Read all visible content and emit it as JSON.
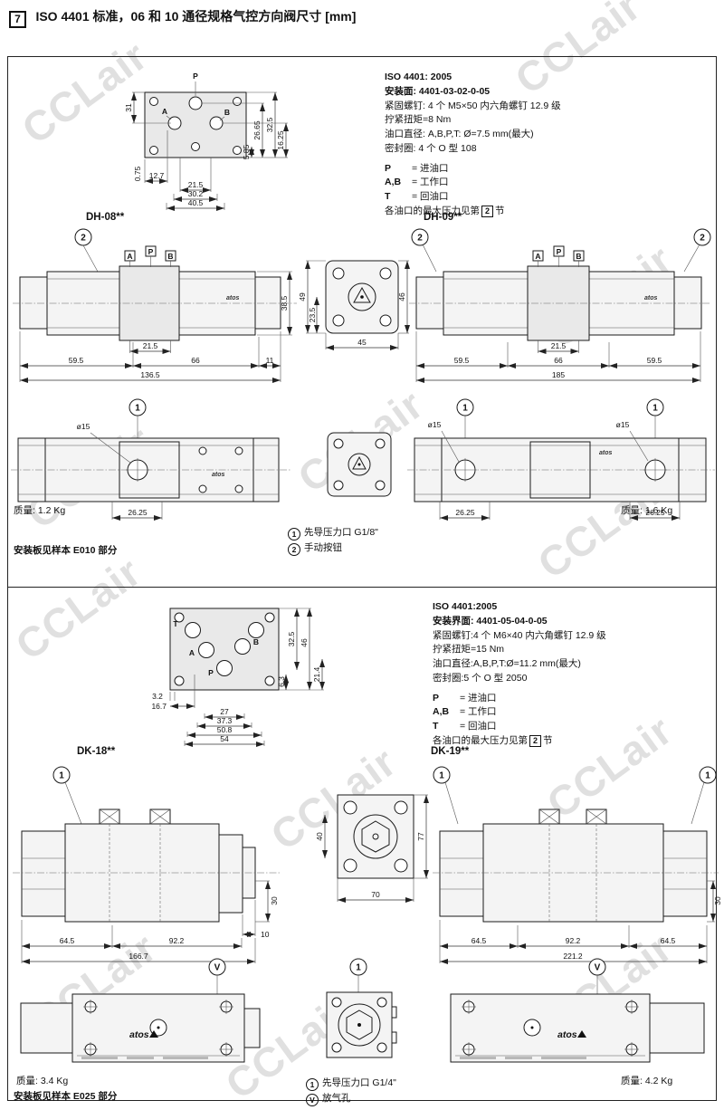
{
  "watermark": "CCLair",
  "brand": "atos",
  "header": {
    "num": "7",
    "title": "ISO 4401 标准，06 和 10 通径规格气控方向阀尺寸 [mm]"
  },
  "callouts": {
    "one": "1",
    "two": "2",
    "v": "V"
  },
  "s1": {
    "spec": {
      "title": "ISO 4401: 2005",
      "mount_line": "安装面: 4401-03-02-0-05",
      "lines": [
        "紧固螺钉: 4 个 M5×50 内六角螺钉 12.9 级",
        "拧紧扭矩=8 Nm",
        "油口直径: A,B,P,T: Ø=7.5 mm(最大)",
        "密封圈: 4 个 O 型 108"
      ],
      "ports": [
        {
          "k": "P",
          "v": "= 进油口"
        },
        {
          "k": "A,B",
          "v": "= 工作口"
        },
        {
          "k": "T",
          "v": "= 回油口"
        }
      ],
      "note_pre": "各油口的最大压力见第",
      "note_num": "2",
      "note_post": "节"
    },
    "mount": {
      "labels": {
        "p": "P",
        "a": "A",
        "b": "B"
      },
      "d31": "31",
      "d2665": "26.65",
      "d325": "32.5",
      "d075": "0.75",
      "d127": "12.7",
      "d585": "5.85",
      "d1625": "16.25",
      "d215": "21.5",
      "d302": "30.2",
      "d405": "40.5"
    },
    "dh08": {
      "name": "DH-08**",
      "labels": {
        "a": "A",
        "p": "P",
        "b": "B"
      },
      "d385": "38.5",
      "d215": "21.5",
      "d595": "59.5",
      "d66": "66",
      "d11": "11",
      "d1365": "136.5"
    },
    "end": {
      "d46": "46",
      "d49": "49",
      "d235": "23.5",
      "d45": "45"
    },
    "dh09": {
      "name": "DH-09**",
      "labels": {
        "a": "A",
        "p": "P",
        "b": "B"
      },
      "d215": "21.5",
      "d595l": "59.5",
      "d66": "66",
      "d595r": "59.5",
      "d185": "185"
    },
    "bottom": {
      "dia": "ø15",
      "d2625": "26.25"
    },
    "notes": {
      "mass_left": "质量: 1.2 Kg",
      "pilot": "先导压力口 G1/8\"",
      "manual": "手动按钮",
      "board": "安装板见样本 E010 部分",
      "mass_right": "质量: 1.6 Kg"
    }
  },
  "s2": {
    "spec": {
      "title": "ISO 4401:2005",
      "mount_line": "安装界面: 4401-05-04-0-05",
      "lines": [
        "紧固螺钉:4 个 M6×40 内六角螺钉 12.9 级",
        "拧紧扭矩=15 Nm",
        "油口直径:A,B,P,T:Ø=11.2 mm(最大)",
        "密封圈:5 个 O 型 2050"
      ],
      "ports": [
        {
          "k": "P",
          "v": "= 进油口"
        },
        {
          "k": "A,B",
          "v": "= 工作口"
        },
        {
          "k": "T",
          "v": "= 回油口"
        }
      ],
      "note_pre": "各油口的最大压力见第",
      "note_num": "2",
      "note_post": "节"
    },
    "mount": {
      "labels": {
        "t": "T",
        "a": "A",
        "b": "B",
        "p": "P"
      },
      "d46": "46",
      "d325": "32.5",
      "d32": "3.2",
      "d63": "6.3",
      "d214": "21.4",
      "d167": "16.7",
      "d27": "27",
      "d373": "37.3",
      "d508": "50.8",
      "d54": "54"
    },
    "dk18": {
      "name": "DK-18**",
      "d30": "30",
      "d10": "10",
      "d645": "64.5",
      "d922": "92.2",
      "d1667": "166.7"
    },
    "end": {
      "d40": "40",
      "d77": "77",
      "d70": "70"
    },
    "dk19": {
      "name": "DK-19**",
      "d30": "30",
      "d645l": "64.5",
      "d922": "92.2",
      "d645r": "64.5",
      "d2212": "221.2"
    },
    "notes": {
      "mass_left": "质量: 3.4 Kg",
      "pilot": "先导压力口 G1/4\"",
      "vent": "放气孔",
      "board": "安装板见样本 E025 部分",
      "mass_right": "质量: 4.2 Kg"
    }
  }
}
